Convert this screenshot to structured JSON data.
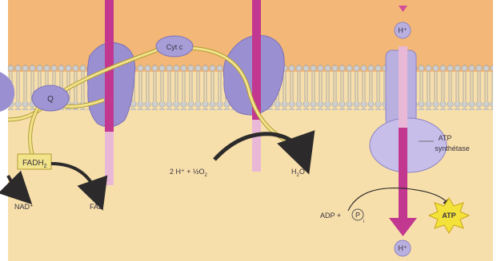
{
  "labels": {
    "q": "Q",
    "cyt_c": "Cyt c",
    "fadh2": "FADH",
    "fadh2_sub": "2",
    "nad": "NAD⁺",
    "fad": "FAD",
    "oxygen_eq": "2 H⁺ + ½O",
    "oxygen_sub": "2",
    "water": "H",
    "water_sub": "2",
    "water_end": "O",
    "h_top": "H⁺",
    "h_bottom": "H⁺",
    "atp_synthase_line1": "ATP",
    "atp_synthase_line2": "synthétase",
    "adp": "ADP +",
    "pi": "P",
    "pi_sub": "i",
    "atp": "ATP"
  },
  "colors": {
    "intermembrane_space": "#f3b877",
    "matrix": "#f7dfab",
    "membrane_beads": "#c9c9c9",
    "protein": "#9a8fd0",
    "protein_dark": "#7e72b8",
    "proton_channel": "#c2378f",
    "electron_path": "#e3cf6a",
    "atp_star": "#f2e23a",
    "arrow_dark": "#2c2a2a"
  }
}
